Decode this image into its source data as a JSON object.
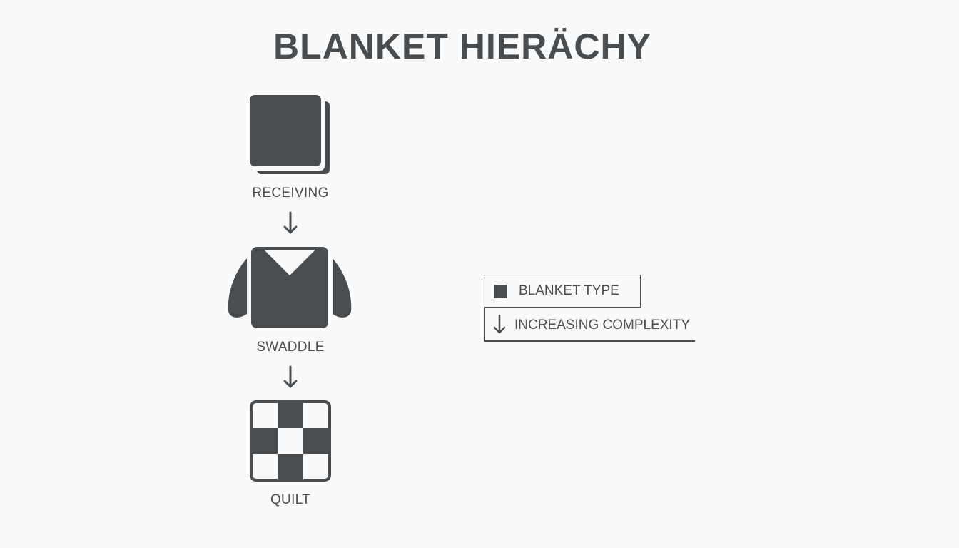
{
  "title": "BLANKET HIERÄCHY",
  "nodes": [
    {
      "label": "RECEIVING",
      "icon": "folded-blanket-icon"
    },
    {
      "label": "SWADDLE",
      "icon": "swaddle-icon"
    },
    {
      "label": "QUILT",
      "icon": "quilt-checker-icon"
    }
  ],
  "legend": {
    "type_label": "BLANKET TYPE",
    "arrow_label": "INCREASING COMPLEXITY"
  },
  "colors": {
    "ink": "#4a4d50",
    "background": "#fafafa"
  }
}
